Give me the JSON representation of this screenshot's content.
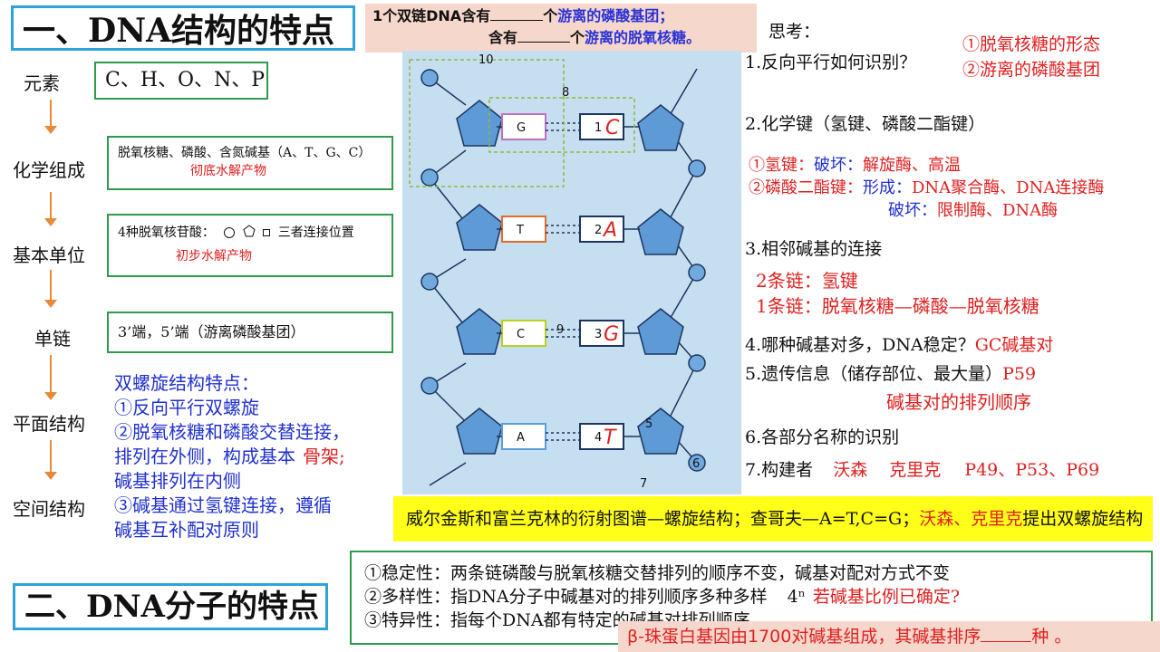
{
  "title1": "一、DNA结构的特点",
  "title2": "二、DNA分子的特点",
  "question": {
    "line1_a": "1个双链DNA含有",
    "line1_b": "个",
    "line1_c": "游离的磷酸基团；",
    "line2_a": "含有",
    "line2_b": "个",
    "line2_c": "游离的脱氧核糖。"
  },
  "left": {
    "elements_label": "元素",
    "elements_value": "C、H、O、N、P",
    "chem_label": "化学组成",
    "chem_text": "脱氧核糖、磷酸、含氮碱基（A、T、G、C）",
    "chem_note": "彻底水解产物",
    "unit_label": "基本单位",
    "unit_text": "4种脱氧核苷酸：",
    "unit_tail": "三者连接位置",
    "unit_note": "初步水解产物",
    "strand_label": "单链",
    "strand_text": "3’端，5’端（游离磷酸基团）",
    "plane_label": "平面结构",
    "space_label": "空间结构"
  },
  "helix": {
    "heading": "双螺旋结构特点：",
    "p1": "①反向平行双螺旋",
    "p2a": "②脱氧核糖和磷酸交替连接，",
    "p2b": "排列在外侧，构成基本",
    "p2c": "骨架;",
    "p2d": "碱基排列在内侧",
    "p3a": "③碱基通过氢键连接，遵循",
    "p3b": "碱基互补配对原则"
  },
  "diagram": {
    "bases_left": [
      "G",
      "T",
      "C",
      "A"
    ],
    "bases_right": [
      "1",
      "2",
      "3",
      "4"
    ],
    "hand_right": [
      "C",
      "A",
      "G",
      "T"
    ],
    "numbers": [
      "10",
      "8",
      "9",
      "5",
      "6",
      "7"
    ]
  },
  "think": {
    "title": "思考：",
    "q1": "1.反向平行如何识别？",
    "a1a": "①脱氧核糖的形态",
    "a1b": "②游离的磷酸基团",
    "q2": "2.化学键（氢键、磷酸二酯键）",
    "h1a": "①氢键：",
    "h1b": "破坏：",
    "h1c": "解旋酶、高温",
    "h2a": "②磷酸二酯键：",
    "h2b": "形成：",
    "h2c": "DNA聚合酶、DNA连接酶",
    "h2d": "破坏：",
    "h2e": "限制酶、DNA酶",
    "q3": "3.相邻碱基的连接",
    "a3a": "2条链：氢键",
    "a3b": "1条链：脱氧核糖—磷酸—脱氧核糖",
    "q4": "4.哪种碱基对多，DNA稳定？",
    "a4": "GC碱基对",
    "q5": "5.遗传信息（储存部位、最大量）",
    "a5p": "P59",
    "a5": "碱基对的排列顺序",
    "q6": "6.各部分名称的识别",
    "q7": "7.构建者",
    "a7a": "沃森",
    "a7b": "克里克",
    "a7c": "P49、P53、P69"
  },
  "yellow": {
    "a": "威尔金斯和富兰克林的衍射图谱—螺旋结构；查哥夫—A=T,C=G；",
    "b": "沃森、克里克",
    "c": "提出双螺旋结构"
  },
  "features": {
    "l1": "①稳定性：两条链磷酸与脱氧核糖交替排列的顺序不变，碱基对配对方式不变",
    "l2": "②多样性：指DNA分子中碱基对的排列顺序多种多样",
    "l2b": "4ⁿ",
    "l2c": "若碱基比例已确定?",
    "l3": "③特异性：指每个DNA都有特定的碱基对排列顺序"
  },
  "pink": {
    "a": "β-珠蛋白基因由1700对碱基组成，其碱基排序",
    "b": "种 。"
  }
}
